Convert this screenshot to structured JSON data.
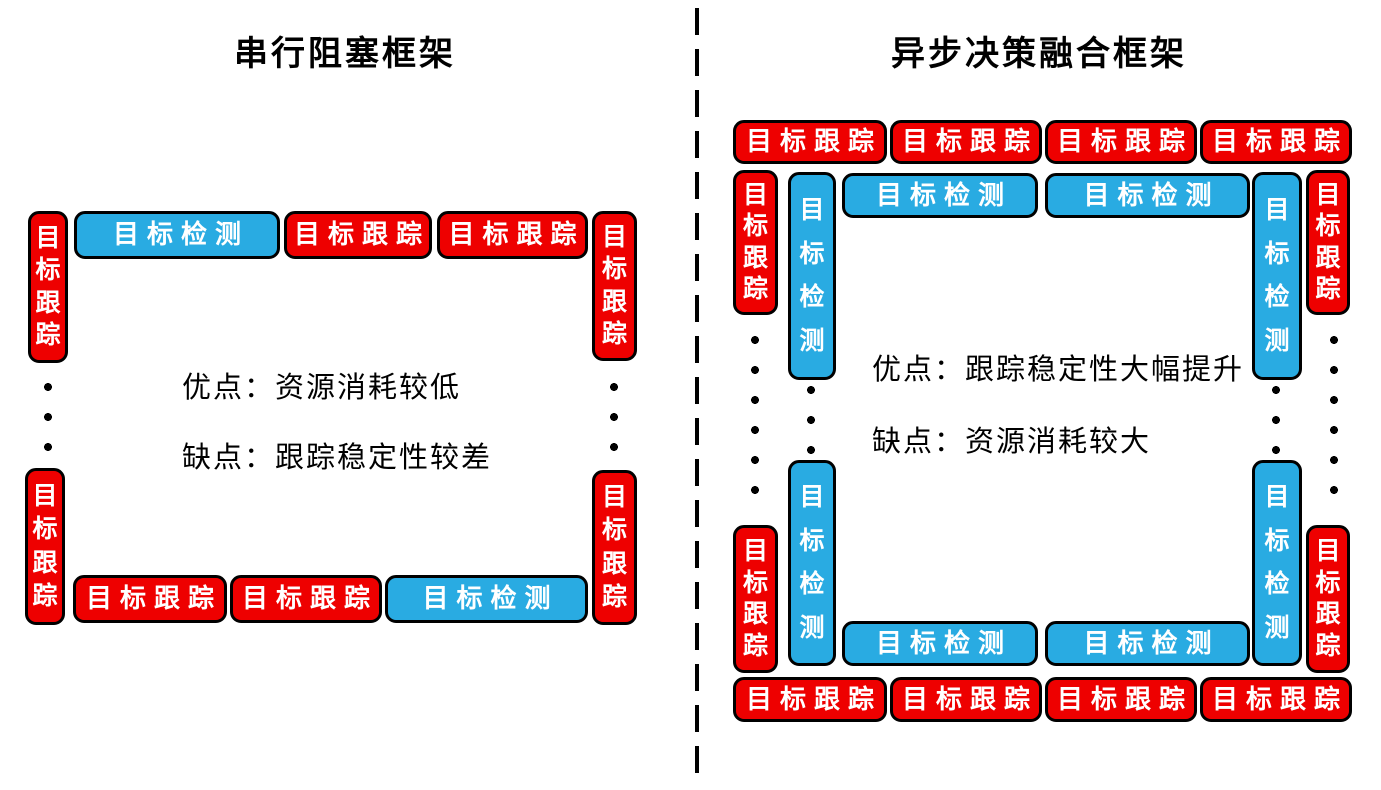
{
  "colors": {
    "tracking_red": "#ee0000",
    "detection_blue": "#29abe2",
    "outline": "#000000",
    "background": "#ffffff"
  },
  "labels": {
    "tracking": "目标跟踪",
    "detection": "目标检测"
  },
  "left_panel": {
    "title": "串行阻塞框架",
    "pros": "优点：资源消耗较低",
    "cons": "缺点：跟踪稳定性较差"
  },
  "right_panel": {
    "title": "异步决策融合框架",
    "pros": "优点：跟踪稳定性大幅提升",
    "cons": "缺点：资源消耗较大"
  }
}
